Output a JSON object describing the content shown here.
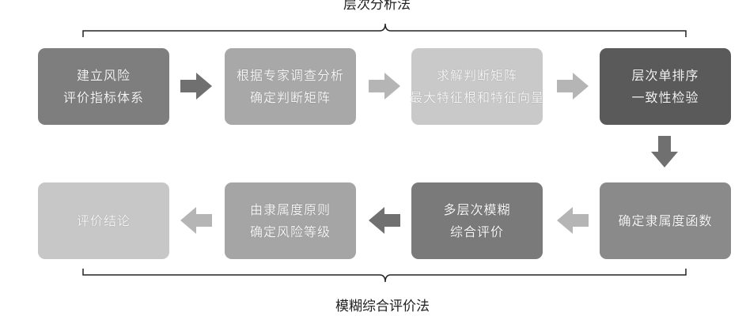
{
  "labels": {
    "top": "层次分析法",
    "bottom": "模糊综合评价法"
  },
  "colors": {
    "step1": "#7e7e7e",
    "step2": "#a8a8a8",
    "step3": "#c9c9c9",
    "step4": "#5a5a5a",
    "step5": "#8a8a8a",
    "step6": "#7a7a7a",
    "step7": "#a5a5a5",
    "step8": "#c7c7c7",
    "arrow_light": "#b5b5b5",
    "arrow_dark": "#707070"
  },
  "steps": [
    {
      "id": 1,
      "lines": [
        "建立风险",
        "评价指标体系"
      ]
    },
    {
      "id": 2,
      "lines": [
        "根据专家调查分析",
        "确定判断矩阵"
      ]
    },
    {
      "id": 3,
      "lines": [
        "求解判断矩阵",
        "最大特征根和特征向量"
      ]
    },
    {
      "id": 4,
      "lines": [
        "层次单排序",
        "一致性检验"
      ]
    },
    {
      "id": 5,
      "lines": [
        "确定隶属度函数"
      ]
    },
    {
      "id": 6,
      "lines": [
        "多层次模糊",
        "综合评价"
      ]
    },
    {
      "id": 7,
      "lines": [
        "由隶属度原则",
        "确定风险等级"
      ]
    },
    {
      "id": 8,
      "lines": [
        "评价结论"
      ]
    }
  ]
}
